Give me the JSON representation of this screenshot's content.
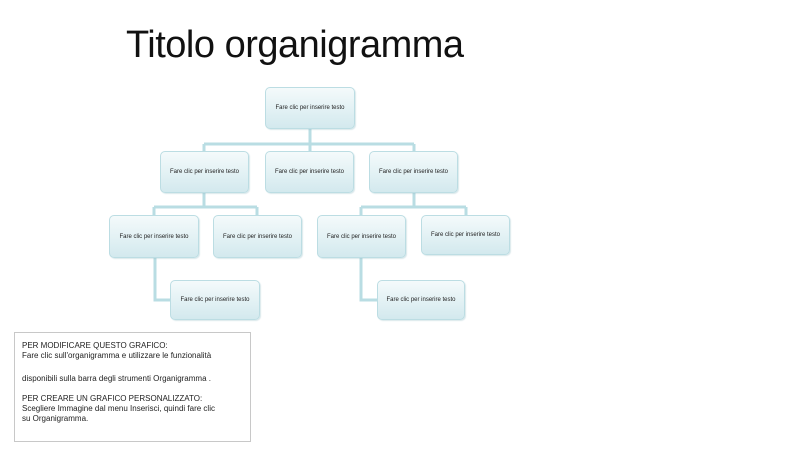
{
  "title": "Titolo organigramma",
  "org_chart": {
    "box_text": "Fare clic per inserire testo",
    "level1": {
      "label": "Fare clic per inserire testo"
    },
    "level2": [
      {
        "label": "Fare clic per inserire testo"
      },
      {
        "label": "Fare clic per inserire testo"
      },
      {
        "label": "Fare clic per inserire testo"
      }
    ],
    "level3": [
      {
        "label": "Fare clic per inserire testo"
      },
      {
        "label": "Fare clic per inserire testo"
      },
      {
        "label": "Fare clic per inserire testo"
      },
      {
        "label": "Fare clic per inserire testo"
      }
    ],
    "level4": [
      {
        "label": "Fare clic per inserire testo"
      },
      {
        "label": "Fare clic per inserire testo"
      }
    ]
  },
  "instructions": {
    "heading1": "PER MODIFICARE QUESTO GRAFICO:",
    "line1": "Fare clic sull'organigramma e utilizzare le funzionalità",
    "line2": "disponibili sulla barra degli strumenti Organigramma   .",
    "heading2": "PER CREARE UN GRAFICO PERSONALIZZATO:",
    "line3": "Scegliere Immagine dal menu Inserisci, quindi fare clic",
    "line4": "su Organigramma."
  },
  "colors": {
    "box_border": "#bcdde3",
    "box_fill_top": "#f4fafb",
    "box_fill_bottom": "#d3e9ee",
    "connector": "#b9dde3"
  }
}
